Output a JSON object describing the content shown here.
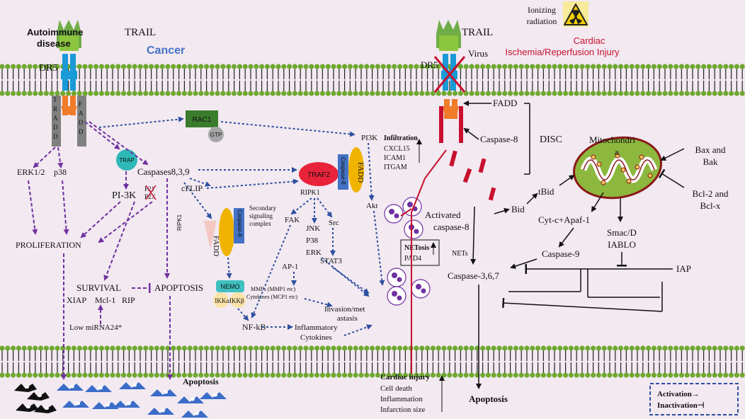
{
  "titles": {
    "autoimmune": "Autoimmune disease",
    "cancer": "Cancer",
    "cardiac": "Cardiac Ischemia/Reperfusion Injury",
    "ionizing": "Ionizing radiation",
    "virus": "Virus"
  },
  "receptors": {
    "trail": "TRAIL",
    "dr5": "DR5",
    "tradd": "TRADD",
    "fadd": "FADD"
  },
  "left_pathway": {
    "erk": "ERK1/2",
    "p38": "p38",
    "trap": "TRAP",
    "caspases": "Caspases8,3,9",
    "pi3k": "PI-3K",
    "p21": "P21",
    "p2x": "P2X",
    "proliferation": "PROLIFERATION",
    "survival": "SURVIVAL",
    "apoptosis_caps": "APOPTOSIS",
    "xiap": "XIAP",
    "mcl1": "Mcl-1",
    "rip": "RIP",
    "mirna": "Low miRNA24*",
    "apoptosis": "Apoptosis"
  },
  "center_pathway": {
    "rac1": "RAC1",
    "gtp": "GTP",
    "cflip": "cFLIP",
    "secondary": "Secondary signaling complex",
    "ripk1": "RIPK1",
    "fadd": "FADD",
    "caspase8": "Caspase-8",
    "nemo": "NEMO",
    "ikk": "IKKαIKKβ",
    "nfkb": "NF-kB",
    "traf2": "TRAF2",
    "ripk1_b": "RIPK1",
    "fak": "FAK",
    "jnk": "JNK",
    "p38": "P38",
    "erk": "ERK",
    "src": "Src",
    "stat3": "STAT3",
    "ap1": "AP-1",
    "mmps": "MMPs (MMP1 etc)",
    "cytokines_mcp": "Cytokines (MCP1 etc)",
    "inflammatory": "Inflammatory Cytokines",
    "invasion": "Invasion/metastasis",
    "pi3k": "PI3K",
    "akt": "Akt",
    "fadd_b": "FADD",
    "caspase8_b": "Caspase-8"
  },
  "cardiac_pathway": {
    "infiltration": "Infiltration",
    "cxcl15": "CXCL15",
    "icam1": "ICAM1",
    "itgam": "ITGAM",
    "netosis": "NETosis",
    "pad4": "PAD4",
    "nets": "NETs",
    "cardiac_injury": "Cardiac injury",
    "cell_death": "Cell death",
    "inflammation": "Inflammation",
    "infarction": "Infarction size"
  },
  "right_pathway": {
    "fadd": "FADD",
    "caspase8": "Caspase-8",
    "disc": "DISC",
    "activated": "Activated caspase-8",
    "bid": "Bid",
    "tbid": "tBid",
    "mito": "Mitochondria",
    "bax": "Bax and Bak",
    "bcl": "Bcl-2 and Bcl-x",
    "cytc": "Cyt-c+Apaf-1",
    "smac": "Smac/DIABLO",
    "caspase9": "Caspase-9",
    "caspase367": "Caspase-3,6,7",
    "iap": "IAP",
    "apoptosis": "Apoptosis"
  },
  "legend": {
    "activation": "Activation→",
    "inactivation": "Inactivation⊣"
  },
  "colors": {
    "background": "#f2e9f1",
    "purple_arrow": "#7030a0",
    "blue_arrow": "#2e4fa0",
    "cancer": "#4472c4",
    "cardiac": "#c8102e",
    "membrane_head": "#6fa82f",
    "trail": "#70ad47",
    "dr5": "#1a9ad6",
    "tradd": "#f07c2a",
    "traf2": "#e8233a",
    "fadd": "#f0b400"
  }
}
